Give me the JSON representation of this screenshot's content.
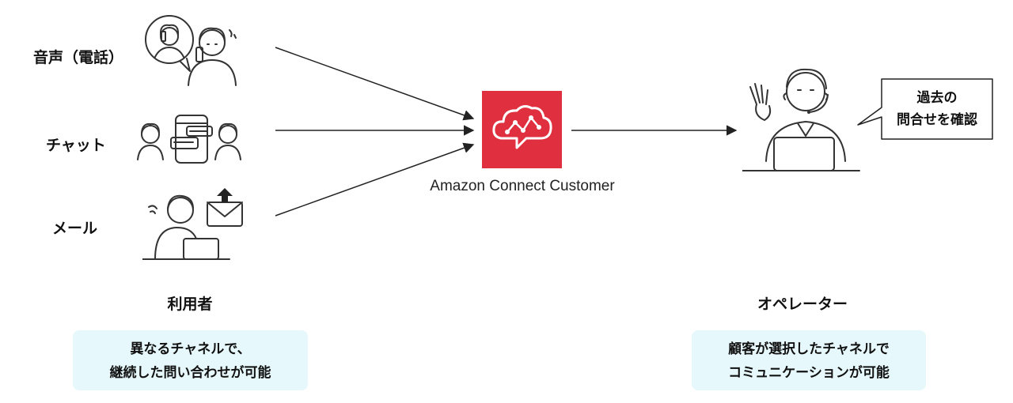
{
  "channels": {
    "voice": "音声（電話）",
    "chat": "チャット",
    "mail": "メール"
  },
  "users_label": "利用者",
  "users_note": [
    "異なるチャネルで、",
    "継続した問い合わせが可能"
  ],
  "center": {
    "label": "Amazon Connect Customer",
    "color": "#e0303f"
  },
  "operator_label": "オペレーター",
  "operator_bubble": [
    "過去の",
    "問合せを確認"
  ],
  "operator_note": [
    "顧客が選択したチャネルで",
    "コミュニケーションが可能"
  ],
  "colors": {
    "note_bg": "#e6f8fb",
    "line": "#222222"
  },
  "icons": [
    "phone-user-icon",
    "chat-users-icon",
    "mail-user-icon",
    "amazon-connect-icon",
    "operator-icon",
    "speech-bubble-icon"
  ]
}
